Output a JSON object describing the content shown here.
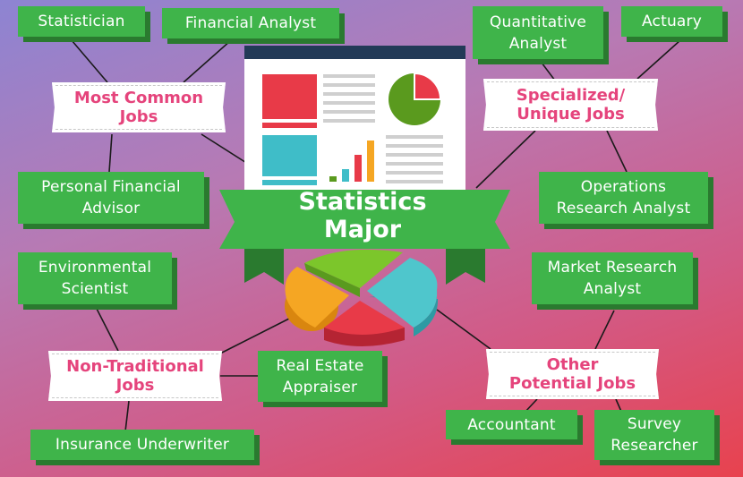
{
  "center": {
    "title": "Statistics\nMajor",
    "colors": {
      "banner": "#3fb44a",
      "banner_dark": "#2a7a2f",
      "board_header": "#223a57"
    }
  },
  "categories": {
    "most_common": "Most Common\nJobs",
    "specialized": "Specialized/\nUnique Jobs",
    "non_traditional": "Non-Traditional\nJobs",
    "other": "Other\nPotential Jobs"
  },
  "jobs": {
    "statistician": "Statistician",
    "financial_analyst": "Financial Analyst",
    "personal_financial_advisor": "Personal Financial\nAdvisor",
    "quantitative_analyst": "Quantitative\nAnalyst",
    "actuary": "Actuary",
    "operations_research_analyst": "Operations\nResearch Analyst",
    "environmental_scientist": "Environmental\nScientist",
    "insurance_underwriter": "Insurance Underwriter",
    "real_estate_appraiser": "Real Estate\nAppraiser",
    "market_research_analyst": "Market Research\nAnalyst",
    "accountant": "Accountant",
    "survey_researcher": "Survey\nResearcher"
  },
  "colors": {
    "job_box": "#3fb44a",
    "category_text": "#e5447c",
    "line": "#1a1a1a"
  }
}
